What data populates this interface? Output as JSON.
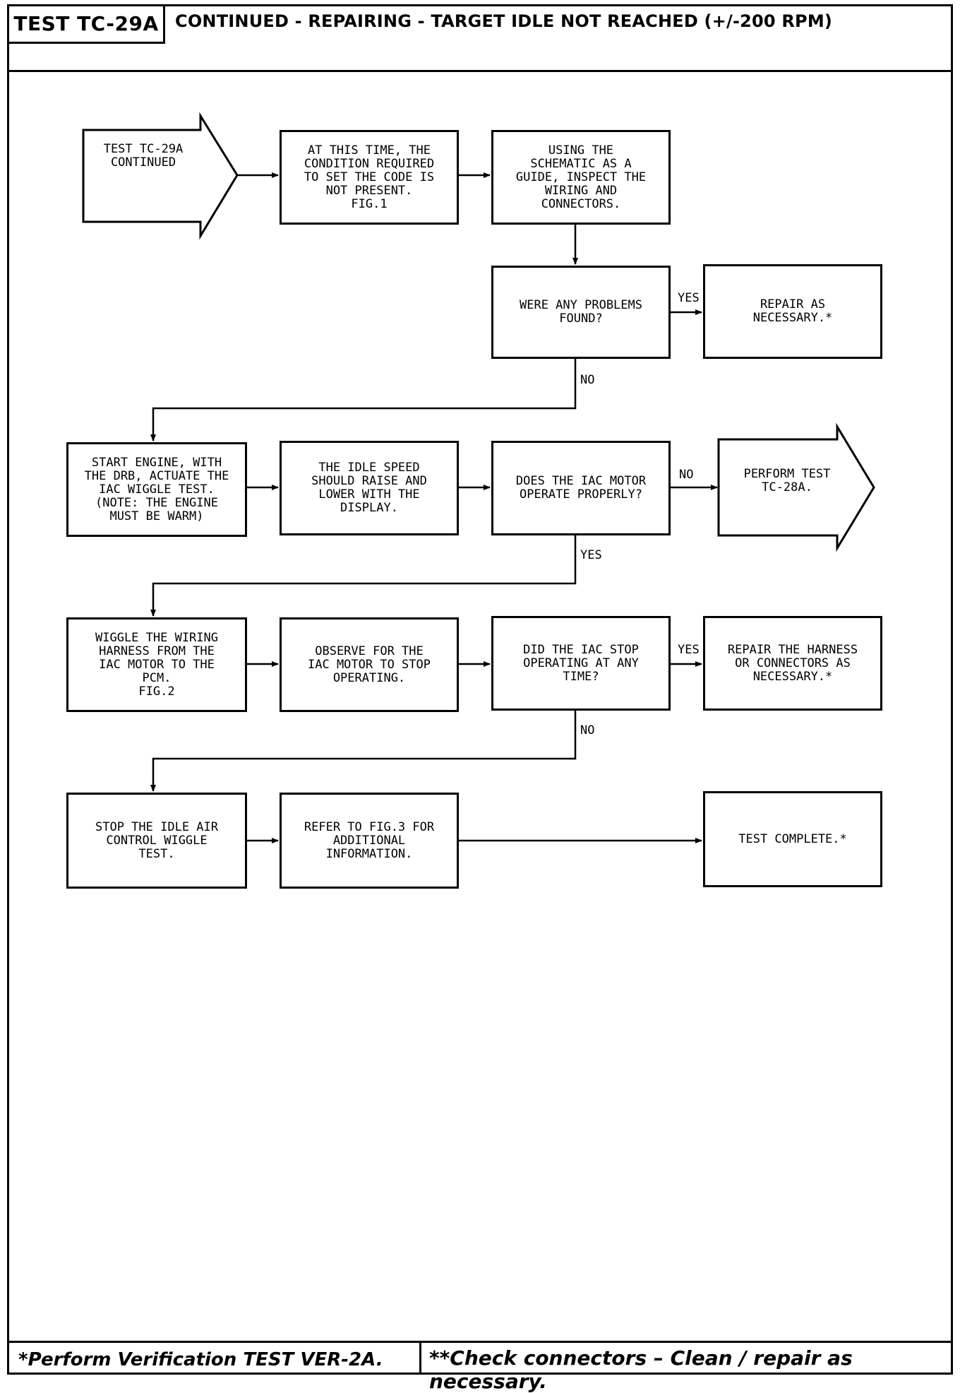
{
  "header": {
    "test_id": "TEST TC-29A",
    "title": "CONTINUED - REPAIRING - TARGET IDLE NOT REACHED (+/-200 RPM)"
  },
  "flow": {
    "start": "TEST TC-29A\nCONTINUED",
    "s1": "AT THIS TIME, THE\nCONDITION REQUIRED\nTO SET THE CODE IS\nNOT PRESENT.\nFIG.1",
    "s2": "USING THE\nSCHEMATIC AS A\nGUIDE, INSPECT THE\nWIRING AND\nCONNECTORS.",
    "q1": "WERE ANY PROBLEMS\nFOUND?",
    "r1": "REPAIR AS\nNECESSARY.*",
    "s3": "START ENGINE, WITH\nTHE DRB, ACTUATE THE\nIAC WIGGLE TEST.\n(NOTE: THE ENGINE\nMUST BE WARM)",
    "s4": "THE IDLE SPEED\nSHOULD RAISE AND\nLOWER WITH THE\nDISPLAY.",
    "q2": "DOES THE IAC MOTOR\nOPERATE PROPERLY?",
    "r2": "PERFORM TEST\nTC-28A.",
    "s5": "WIGGLE THE WIRING\nHARNESS FROM THE\nIAC MOTOR TO THE\nPCM.\nFIG.2",
    "s6": "OBSERVE FOR THE\nIAC MOTOR TO STOP\nOPERATING.",
    "q3": "DID THE IAC STOP\nOPERATING AT ANY\nTIME?",
    "r3": "REPAIR THE HARNESS\nOR CONNECTORS AS\nNECESSARY.*",
    "s7": "STOP THE IDLE AIR\nCONTROL WIGGLE\nTEST.",
    "s8": "REFER TO FIG.3 FOR\nADDITIONAL\nINFORMATION.",
    "end": "TEST COMPLETE.*"
  },
  "labels": {
    "yes": "YES",
    "no": "NO"
  },
  "footer": {
    "left": "*Perform Verification TEST VER-2A.",
    "right": "**Check connectors – Clean / repair as necessary."
  }
}
